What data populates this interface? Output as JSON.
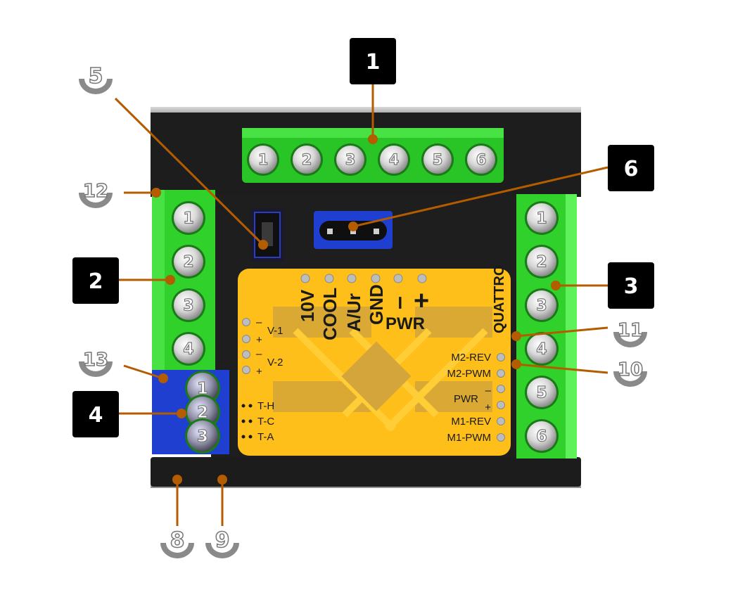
{
  "callouts_black": [
    {
      "label": "1"
    },
    {
      "label": "2"
    },
    {
      "label": "3"
    },
    {
      "label": "4"
    },
    {
      "label": "6"
    }
  ],
  "callouts_grey": [
    {
      "label": "5"
    },
    {
      "label": "12"
    },
    {
      "label": "13"
    },
    {
      "label": "11"
    },
    {
      "label": "10"
    },
    {
      "label": "8"
    },
    {
      "label": "9"
    }
  ],
  "terminal_top": {
    "pins": [
      "1",
      "2",
      "3",
      "4",
      "5",
      "6"
    ]
  },
  "terminal_left": {
    "pins": [
      "1",
      "2",
      "3",
      "4"
    ]
  },
  "terminal_right": {
    "pins": [
      "1",
      "2",
      "3",
      "4",
      "5",
      "6"
    ]
  },
  "connector_blue": {
    "pins": [
      "1",
      "2",
      "3"
    ]
  },
  "label_board": {
    "top_labels": [
      "10V",
      "COOL",
      "A/Ur",
      "GND",
      "–",
      "+"
    ],
    "pwr": "PWR",
    "brand": "QUATTRO",
    "left_labels": [
      "V-1",
      "V-2",
      "T-H",
      "T-C",
      "T-A"
    ],
    "left_signs": [
      "–",
      "+",
      "–",
      "+"
    ],
    "right_labels": [
      "M2-REV",
      "M2-PWM",
      "PWR",
      "M1-REV",
      "M1-PWM"
    ],
    "right_signs": [
      "–",
      "+"
    ]
  },
  "colors": {
    "black_badge": "#000000",
    "leader": "#b35c00",
    "terminal_green": "#2fd12a",
    "label_yellow": "#ffbf1a",
    "board_black": "#1c1c1c",
    "blue_pcb": "#1a3fcc",
    "grey_badge": "#8a8a8a"
  }
}
